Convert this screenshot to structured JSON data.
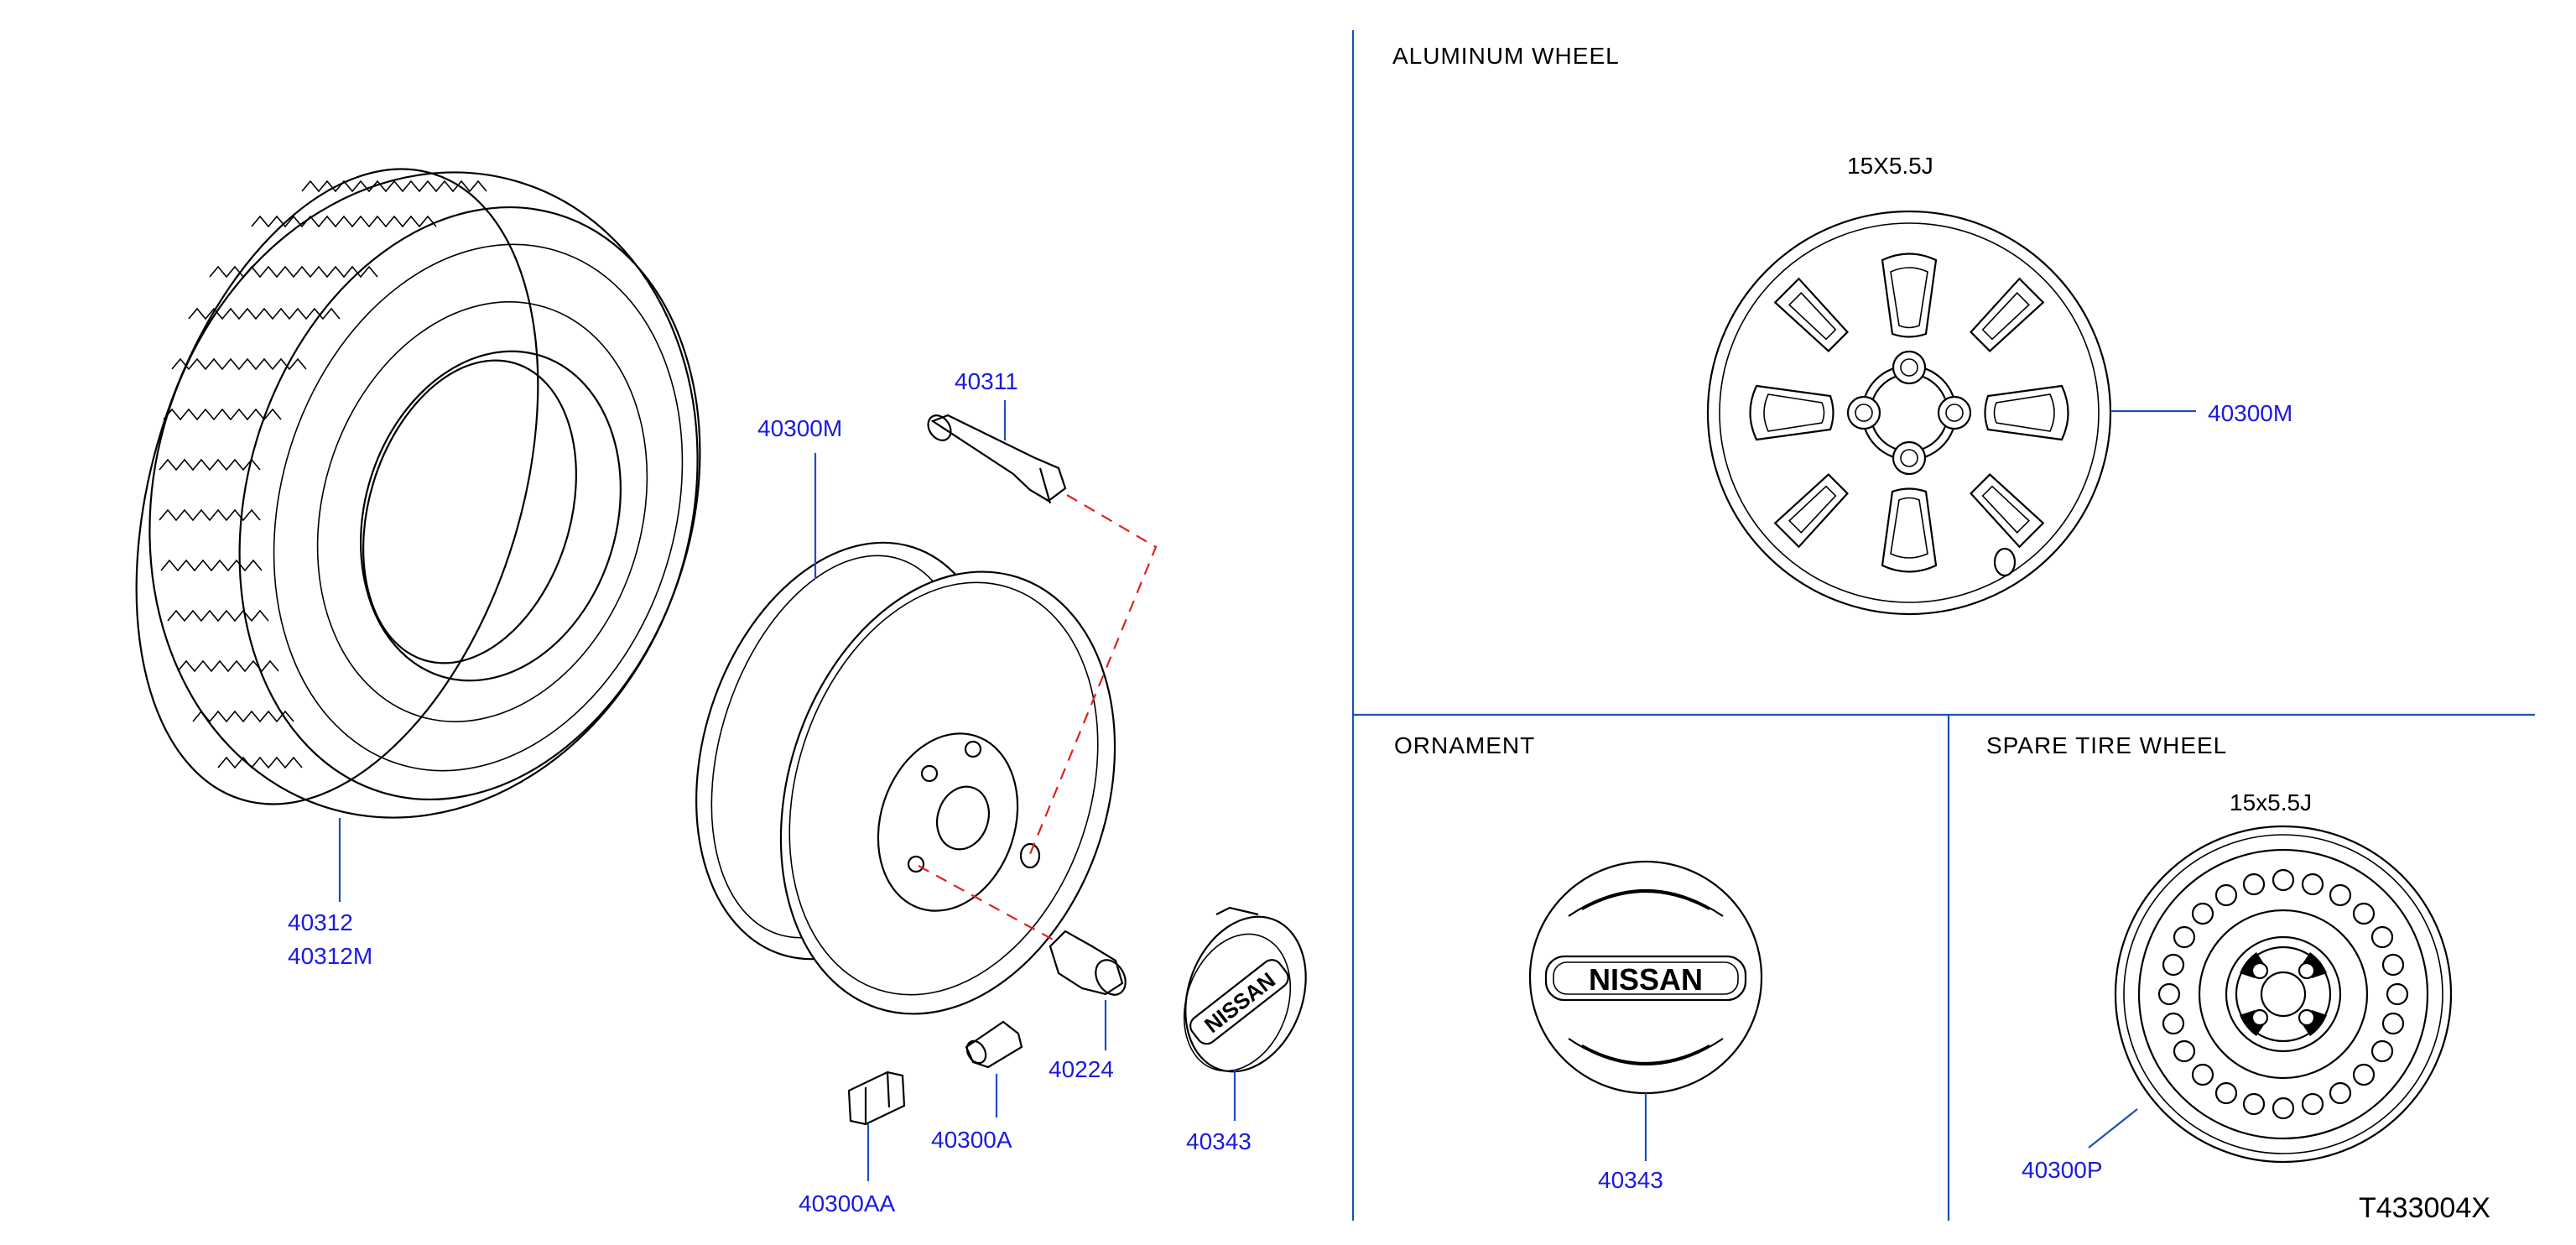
{
  "sections": {
    "aluminum_wheel": "ALUMINUM   WHEEL",
    "ornament": "ORNAMENT",
    "spare_tire_wheel": "SPARE   TIRE   WHEEL"
  },
  "sizes": {
    "aluminum": "15X5.5J",
    "spare": "15x5.5J"
  },
  "logo_text": "NISSAN",
  "parts": {
    "tire_1": "40312",
    "tire_2": "40312M",
    "wheel_main": "40300M",
    "valve": "40311",
    "nut": "40224",
    "weight_a": "40300A",
    "weight_aa": "40300AA",
    "ornament_small": "40343",
    "alu_wheel": "40300M",
    "ornament_large": "40343",
    "spare_wheel": "40300P"
  },
  "reference_code": "T433004X",
  "colors": {
    "part_number": "#1a1ae0",
    "leader_line": "#1d4fb8",
    "assembly_dash": "#e02020"
  }
}
